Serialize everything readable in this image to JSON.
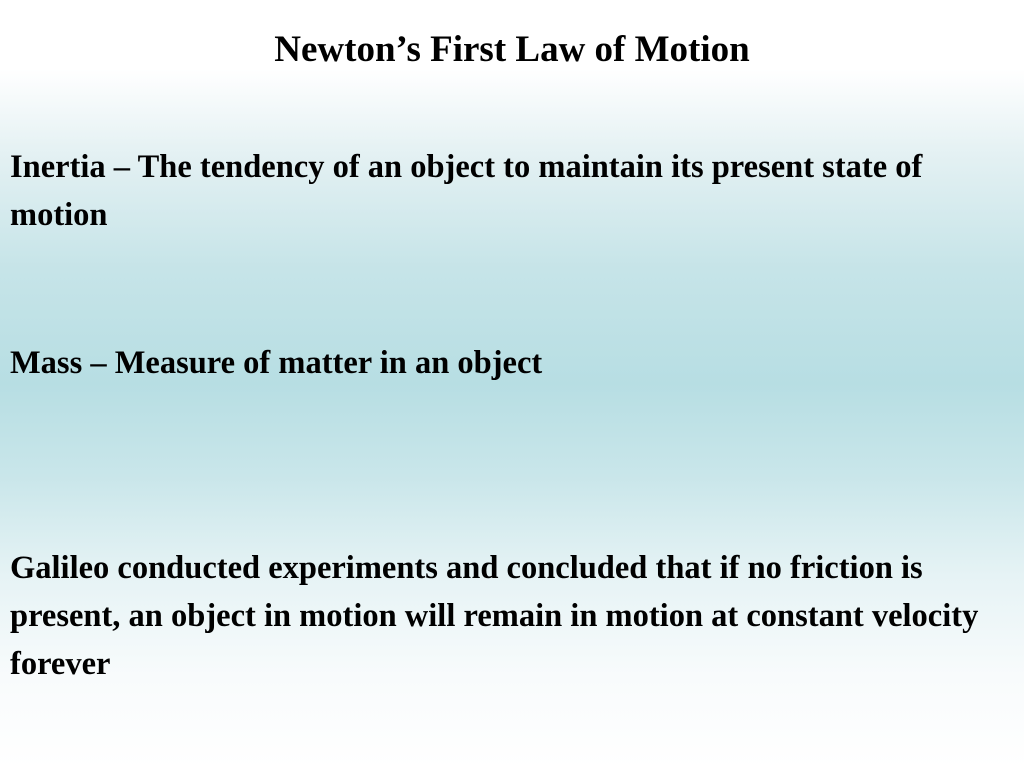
{
  "slide": {
    "title": "Newton’s First Law of  Motion",
    "paragraphs": [
      "Inertia – The tendency of  an object to maintain its present state of  motion",
      "Mass – Measure of  matter in an object",
      "Galileo conducted experiments and concluded that if  no friction is present, an object in motion will remain in motion at constant velocity forever"
    ]
  }
}
